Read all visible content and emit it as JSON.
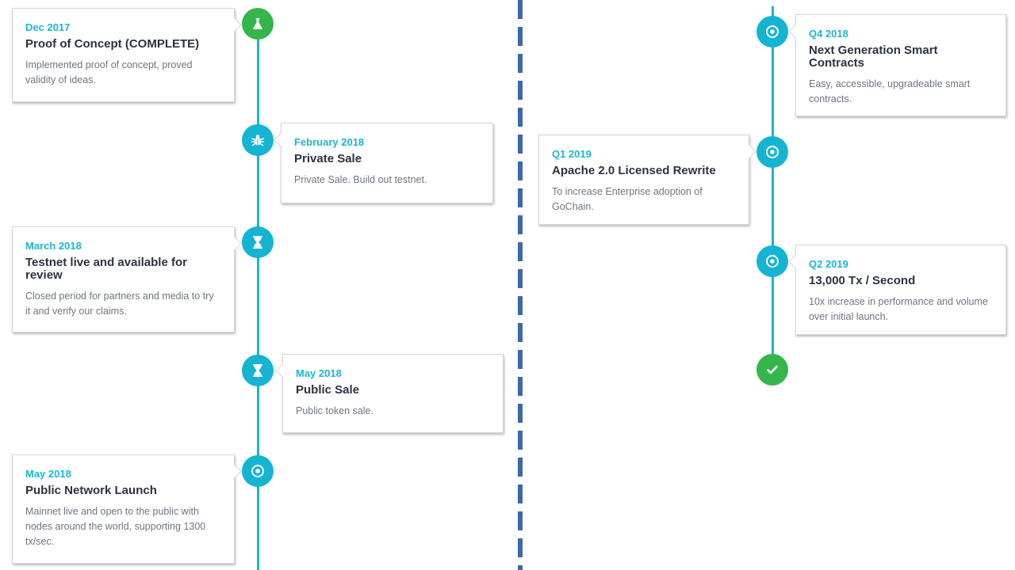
{
  "colors": {
    "accent": "#19b6d2",
    "node": "#14b4d2",
    "complete": "#35b54a",
    "divider": "#3a6aa8"
  },
  "left_timeline": [
    {
      "date": "Dec 2017",
      "title": "Proof of Concept (COMPLETE)",
      "description": "Implemented proof of concept, proved validity of ideas.",
      "icon": "flask-icon"
    },
    {
      "date": "February 2018",
      "title": "Private Sale",
      "description": "Private Sale. Build out testnet.",
      "icon": "bug-icon"
    },
    {
      "date": "March 2018",
      "title": "Testnet live and available for review",
      "description": "Closed period for partners and media to try it and verify our claims.",
      "icon": "hourglass-icon"
    },
    {
      "date": "May 2018",
      "title": "Public Sale",
      "description": "Public token sale.",
      "icon": "hourglass-icon"
    },
    {
      "date": "May 2018",
      "title": "Public Network Launch",
      "description": "Mainnet live and open to the public with nodes around the world, supporting 1300 tx/sec.",
      "icon": "target-icon"
    }
  ],
  "right_timeline": [
    {
      "date": "Q4 2018",
      "title": "Next Generation Smart Contracts",
      "description": "Easy, accessible, upgradeable smart contracts.",
      "icon": "target-icon"
    },
    {
      "date": "Q1 2019",
      "title": "Apache 2.0 Licensed Rewrite",
      "description": "To increase Enterprise adoption of GoChain.",
      "icon": "target-icon"
    },
    {
      "date": "Q2 2019",
      "title": "13,000 Tx / Second",
      "description": "10x increase in performance and volume over initial launch.",
      "icon": "target-icon"
    },
    {
      "icon": "checkmark-icon"
    }
  ]
}
